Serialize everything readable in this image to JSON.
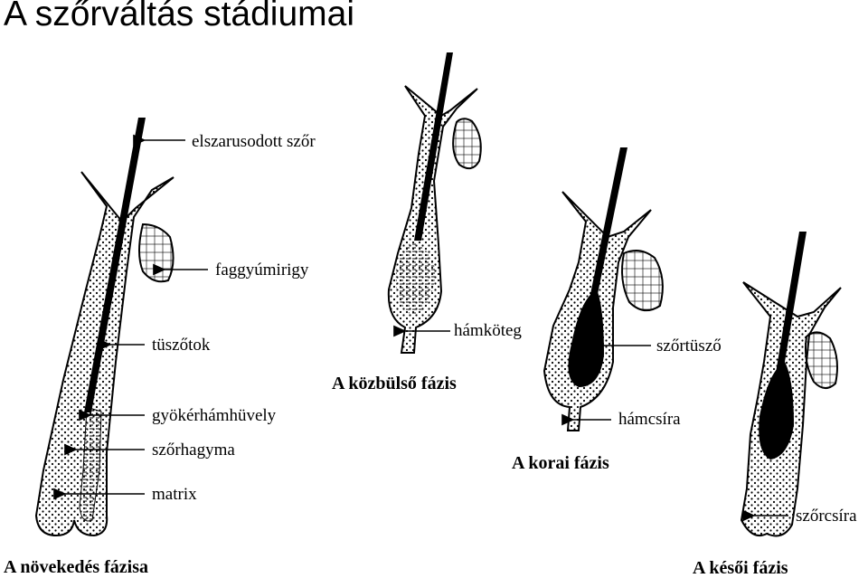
{
  "title": "A szőrváltás stádiumai",
  "labels": {
    "keratinized_hair": "elszarusodott szőr",
    "sebaceous_gland": "faggyúmirigy",
    "follicles": "tüszőtok",
    "root_sheath": "gyökérhámhüvely",
    "hair_bulb": "szőrhagyma",
    "matrix": "matrix",
    "epithelial_strand": "hámköteg",
    "hair_follicle": "szőrtüsző",
    "epithelial_germ": "hámcsíra",
    "hair_germ": "szőrcsíra"
  },
  "stages": {
    "growth": "A növekedés fázisa",
    "intermediate": "A közbülső fázis",
    "early": "A korai fázis",
    "late": "A késői fázis"
  },
  "colors": {
    "ink": "#000000",
    "background": "#ffffff"
  }
}
